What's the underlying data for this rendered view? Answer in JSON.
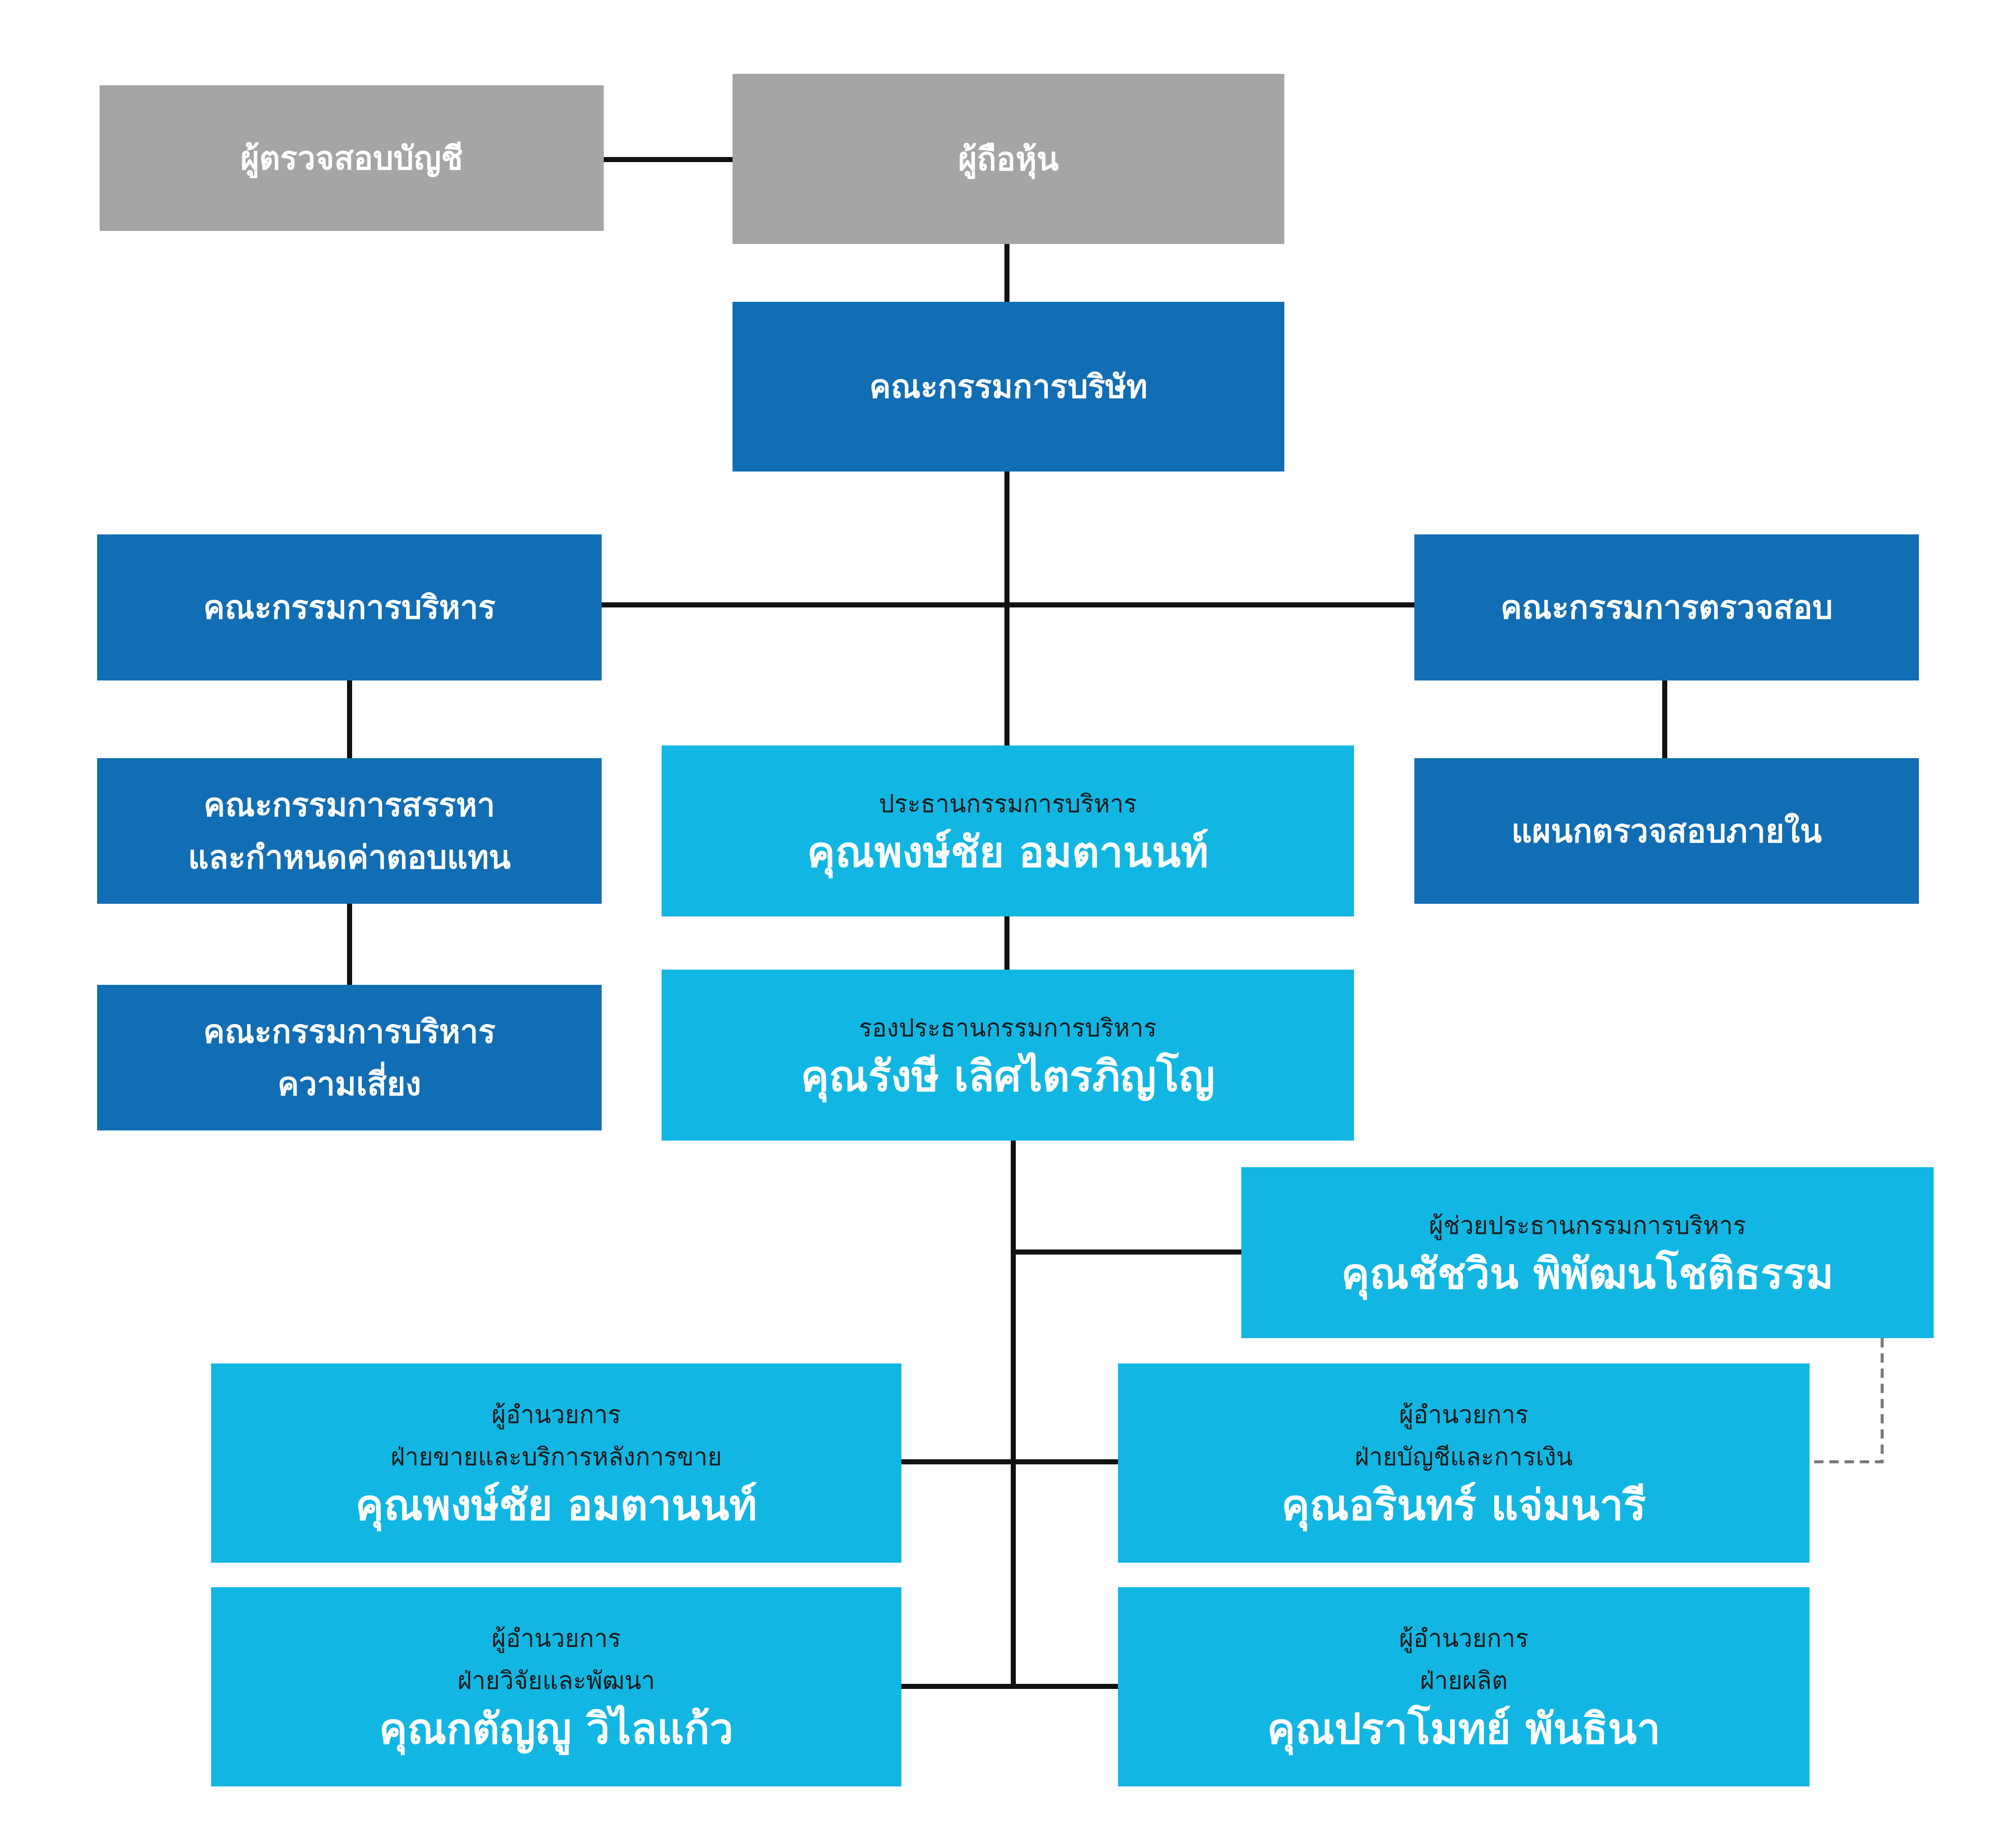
{
  "nodes": {
    "auditor": "ผู้ตรวจสอบบัญชี",
    "shareholders": "ผู้ถือหุ้น",
    "board": "คณะกรรมการบริษัท",
    "executive_committee": "คณะกรรมการบริหาร",
    "audit_committee": "คณะกรรมการตรวจสอบ",
    "nomination_committee": {
      "line1": "คณะกรรมการสรรหา",
      "line2": "และกำหนดค่าตอบแทน"
    },
    "risk_committee": {
      "line1": "คณะกรรมการบริหาร",
      "line2": "ความเสี่ยง"
    },
    "internal_audit": "แผนกตรวจสอบภายใน",
    "ceo": {
      "role": "ประธานกรรมการบริหาร",
      "name": "คุณพงษ์ชัย อมตานนท์"
    },
    "vice_ceo": {
      "role": "รองประธานกรรมการบริหาร",
      "name": "คุณรังษี เลิศไตรภิญโญ"
    },
    "assistant_ceo": {
      "role": "ผู้ช่วยประธานกรรมการบริหาร",
      "name": "คุณชัชวิน พิพัฒนโชติธรรม"
    },
    "dir_sales": {
      "role1": "ผู้อำนวยการ",
      "role2": "ฝ่ายขายและบริการหลังการขาย",
      "name": "คุณพงษ์ชัย อมตานนท์"
    },
    "dir_finance": {
      "role1": "ผู้อำนวยการ",
      "role2": "ฝ่ายบัญชีและการเงิน",
      "name": "คุณอรินทร์ แจ่มนารี"
    },
    "dir_rnd": {
      "role1": "ผู้อำนวยการ",
      "role2": "ฝ่ายวิจัยและพัฒนา",
      "name": "คุณกตัญญู วิไลแก้ว"
    },
    "dir_production": {
      "role1": "ผู้อำนวยการ",
      "role2": "ฝ่ายผลิต",
      "name": "คุณปราโมทย์ พันธินา"
    }
  },
  "colors": {
    "gray_box": "#a5a5a4",
    "dark_blue_box": "#116db4",
    "light_blue_box": "#12b6e2",
    "connector": "#111111",
    "dotted_connector": "#777777"
  }
}
